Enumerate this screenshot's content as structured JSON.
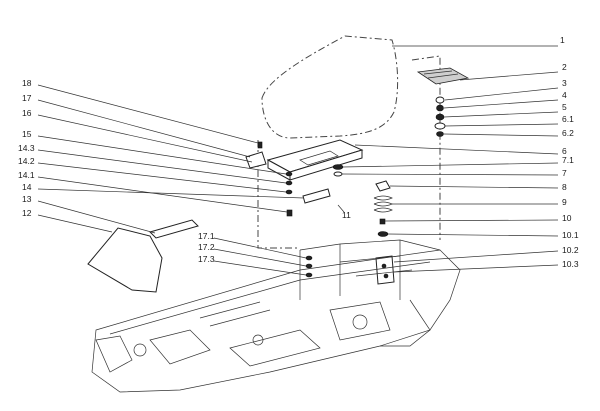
{
  "diagram": {
    "labels": {
      "l1": "1",
      "l2": "2",
      "l3": "3",
      "l4": "4",
      "l5": "5",
      "l6_1": "6.1",
      "l6_2": "6.2",
      "l6": "6",
      "l7_1": "7.1",
      "l7": "7",
      "l8": "8",
      "l9": "9",
      "l10": "10",
      "l10_1": "10.1",
      "l10_2": "10.2",
      "l10_3": "10.3",
      "l11": "11",
      "l12": "12",
      "l13": "13",
      "l14": "14",
      "l14_1": "14.1",
      "l14_2": "14.2",
      "l14_3": "14.3",
      "l15": "15",
      "l16": "16",
      "l17": "17",
      "l18": "18",
      "l17_1": "17.1",
      "l17_2": "17.2",
      "l17_3": "17.3"
    }
  }
}
